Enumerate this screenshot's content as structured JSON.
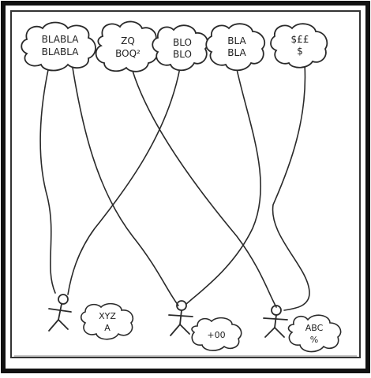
{
  "colors": {
    "background": "#ffffff",
    "frame": "#111111",
    "ink": "#2a2a2a",
    "rule": "#888888"
  },
  "top_clouds": [
    {
      "lines": [
        "BLABLA",
        "BLABLA"
      ]
    },
    {
      "lines": [
        "ZQ",
        "BOQ²"
      ]
    },
    {
      "lines": [
        "BLO",
        "BLO"
      ]
    },
    {
      "lines": [
        "BLA",
        "BLA"
      ]
    },
    {
      "lines": [
        "$££",
        "$"
      ]
    }
  ],
  "people": [
    {
      "thought": [
        "XYZ",
        "A"
      ]
    },
    {
      "thought": [
        "+00"
      ]
    },
    {
      "thought": [
        "ABC",
        "%"
      ]
    }
  ]
}
